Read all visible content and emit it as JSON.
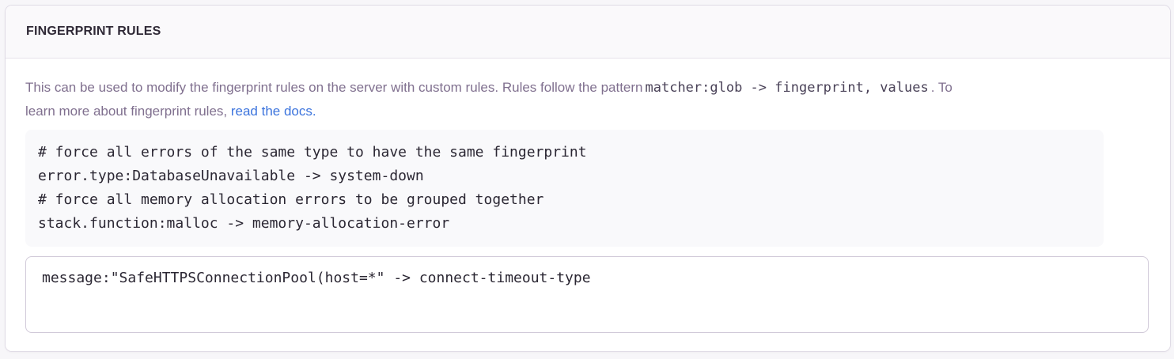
{
  "panel": {
    "title": "FINGERPRINT RULES",
    "description": {
      "part1": "This can be used to modify the fingerprint rules on the server with custom rules. Rules follow the pattern",
      "pattern_code": "matcher:glob -> fingerprint, values",
      "part2": ". To",
      "part3": "learn more about fingerprint rules, ",
      "link_text": "read the docs."
    },
    "example_code": "# force all errors of the same type to have the same fingerprint\nerror.type:DatabaseUnavailable -> system-down\n# force all memory allocation errors to be grouped together\nstack.function:malloc -> memory-allocation-error",
    "rules_input": {
      "value": "message:\"SafeHTTPSConnectionPool(host=*\" -> connect-timeout-type"
    }
  },
  "colors": {
    "link_accent": "#3c74dd",
    "title_text": "#2f2936",
    "body_text": "#80708f",
    "code_text": "#2b2733",
    "panel_border": "#e0dce6",
    "header_bg": "#faf9fb",
    "code_block_bg": "#f9f9fb"
  }
}
